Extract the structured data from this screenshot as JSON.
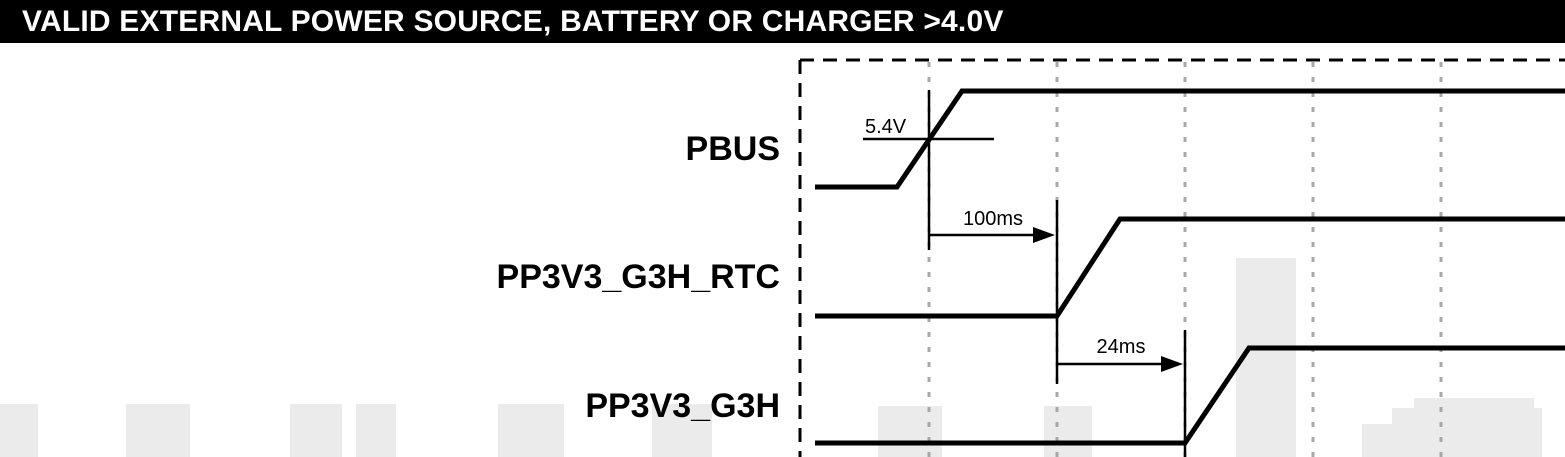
{
  "header": {
    "title": "VALID EXTERNAL POWER SOURCE, BATTERY OR CHARGER >4.0V"
  },
  "signals": [
    {
      "name": "PBUS"
    },
    {
      "name": "PP3V3_G3H_RTC"
    },
    {
      "name": "PP3V3_G3H"
    }
  ],
  "annotations": {
    "threshold": "5.4V",
    "delay1": "100ms",
    "delay2": "24ms"
  }
}
